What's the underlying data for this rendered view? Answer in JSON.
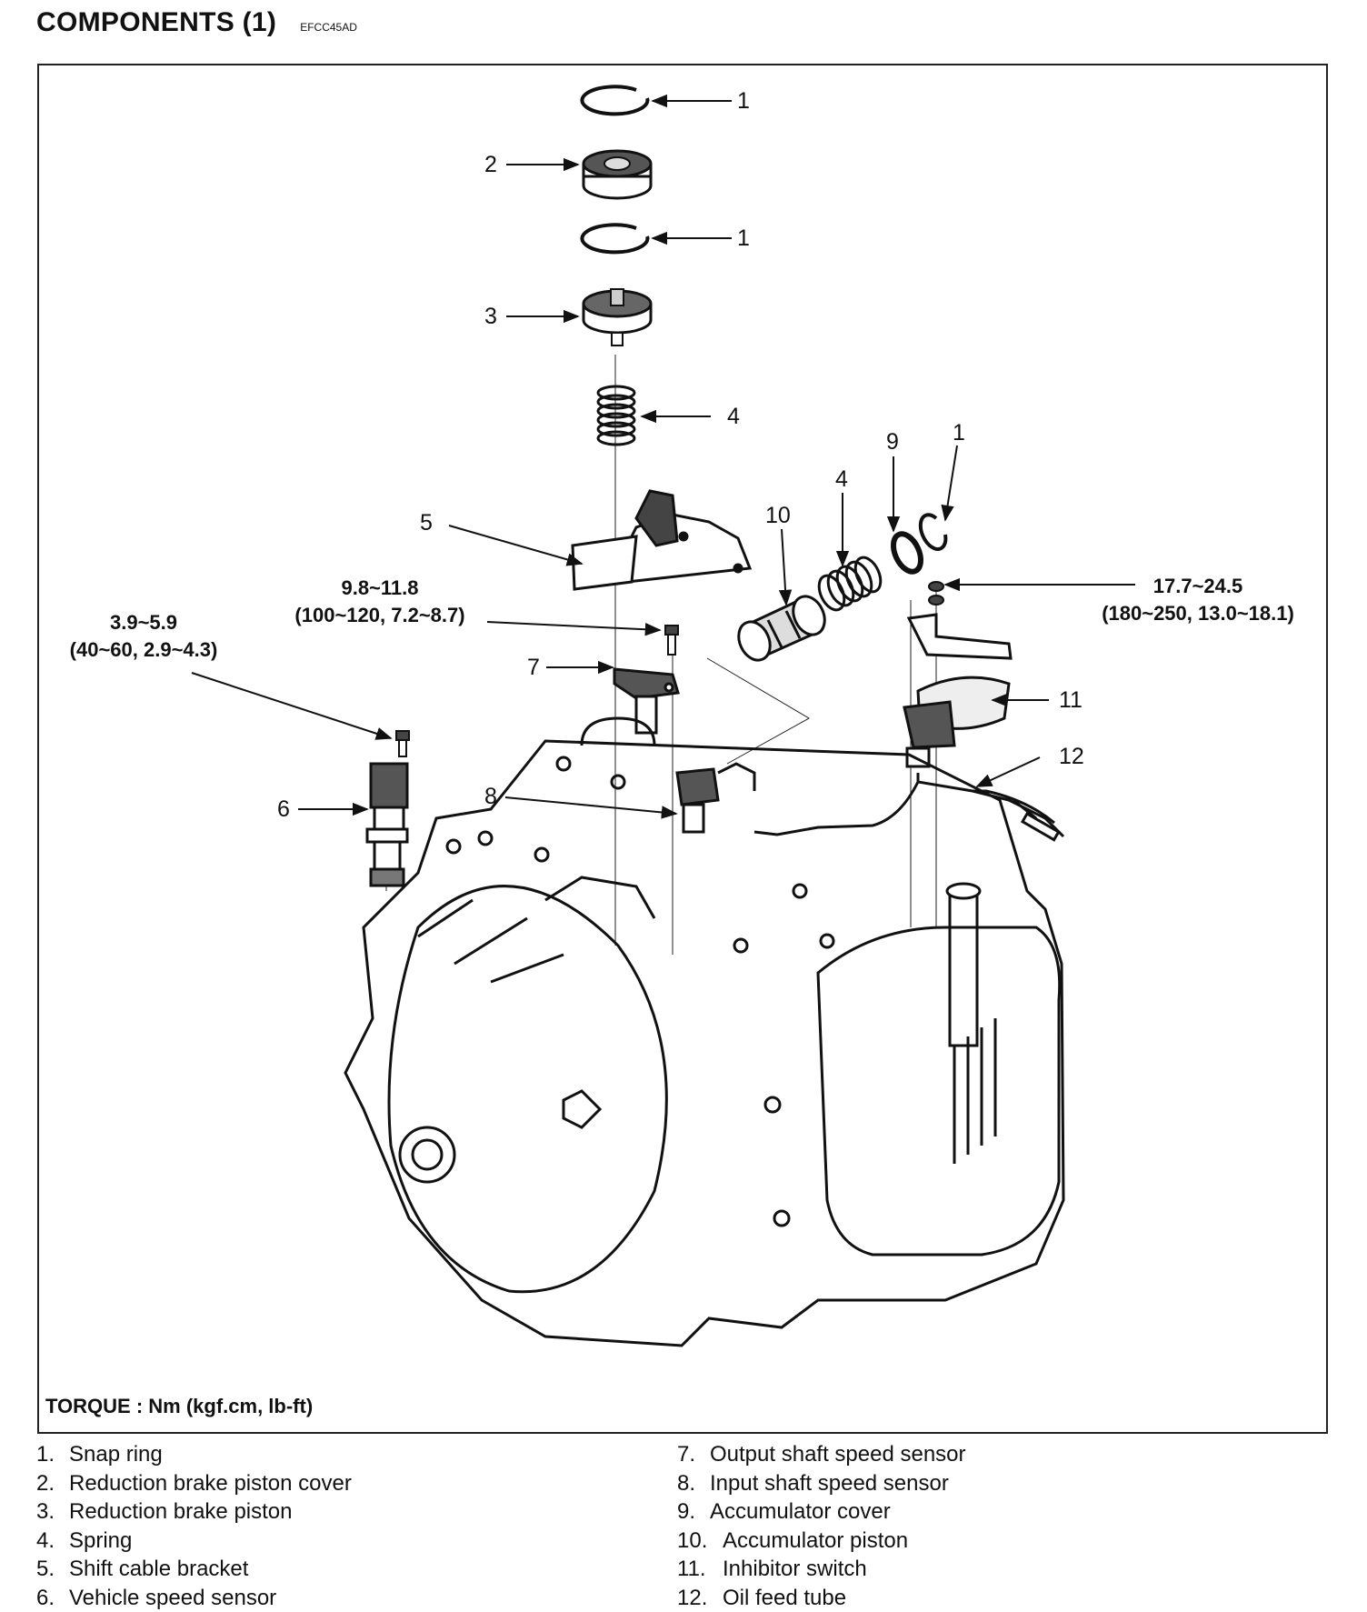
{
  "header": {
    "title": "COMPONENTS (1)",
    "code": "EFCC45AD"
  },
  "callouts": {
    "c1a": "1",
    "c2": "2",
    "c1b": "1",
    "c3": "3",
    "c4a": "4",
    "c5": "5",
    "c9": "9",
    "c1c": "1",
    "c4b": "4",
    "c10": "10",
    "c7": "7",
    "c6": "6",
    "c8": "8",
    "c11": "11",
    "c12": "12"
  },
  "torque_specs": {
    "bolt_7": {
      "line1": "9.8~11.8",
      "line2": "(100~120, 7.2~8.7)"
    },
    "bolt_6": {
      "line1": "3.9~5.9",
      "line2": "(40~60, 2.9~4.3)"
    },
    "bolt_11": {
      "line1": "17.7~24.5",
      "line2": "(180~250, 13.0~18.1)"
    }
  },
  "torque_note": "TORQUE : Nm (kgf.cm, lb-ft)",
  "legend_left": [
    {
      "num": "1.",
      "text": "Snap ring"
    },
    {
      "num": "2.",
      "text": "Reduction brake piston cover"
    },
    {
      "num": "3.",
      "text": "Reduction brake piston"
    },
    {
      "num": "4.",
      "text": "Spring"
    },
    {
      "num": "5.",
      "text": "Shift cable bracket"
    },
    {
      "num": "6.",
      "text": "Vehicle speed sensor"
    }
  ],
  "legend_right": [
    {
      "num": "7.",
      "text": "Output shaft speed sensor"
    },
    {
      "num": "8.",
      "text": "Input shaft speed sensor"
    },
    {
      "num": "9.",
      "text": "Accumulator cover"
    },
    {
      "num": "10.",
      "text": "Accumulator piston"
    },
    {
      "num": "11.",
      "text": "Inhibitor switch"
    },
    {
      "num": "12.",
      "text": "Oil feed tube"
    }
  ]
}
